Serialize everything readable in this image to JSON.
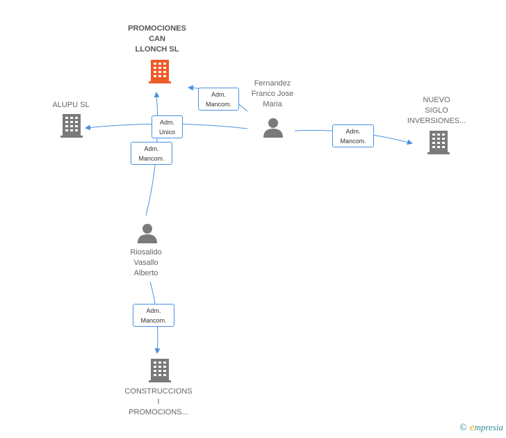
{
  "colors": {
    "edge": "#4a90e2",
    "company": "#7a7a7a",
    "company_highlight": "#f05a28",
    "person": "#7a7a7a"
  },
  "nodes": {
    "promociones": {
      "lines": [
        "PROMOCIONES",
        "CAN",
        "LLONCH SL"
      ],
      "icon": "building-icon"
    },
    "alupu": {
      "lines": [
        "ALUPU SL"
      ],
      "icon": "building-icon"
    },
    "nuevo": {
      "lines": [
        "NUEVO",
        "SIGLO",
        "INVERSIONES..."
      ],
      "icon": "building-icon"
    },
    "construccions": {
      "lines": [
        "CONSTRUCCIONS",
        "I",
        "PROMOCIONS..."
      ],
      "icon": "building-icon"
    },
    "fernandez": {
      "lines": [
        "Fernandez",
        "Franco Jose",
        "Maria"
      ],
      "icon": "person-icon"
    },
    "riosalido": {
      "lines": [
        "Riosalido",
        "Vasallo",
        "Alberto"
      ],
      "icon": "person-icon"
    }
  },
  "relations": [
    {
      "id": "fernandez-promociones",
      "lines": [
        "Adm.",
        "Mancom."
      ]
    },
    {
      "id": "fernandez-alupu",
      "lines": [
        "Adm.",
        "Unico"
      ]
    },
    {
      "id": "riosalido-promociones",
      "lines": [
        "Adm.",
        "Mancom."
      ]
    },
    {
      "id": "fernandez-nuevo",
      "lines": [
        "Adm.",
        "Mancom."
      ]
    },
    {
      "id": "riosalido-construccions",
      "lines": [
        "Adm.",
        "Mancom."
      ]
    }
  ],
  "footer": {
    "copyright": "©",
    "brand_initial": "e",
    "brand_rest": "mpresia"
  }
}
